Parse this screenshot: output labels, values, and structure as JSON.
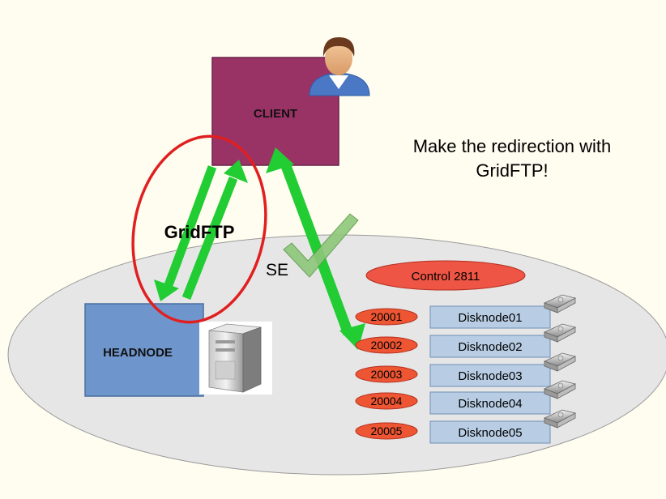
{
  "client": {
    "label": "CLIENT"
  },
  "headnode": {
    "label": "HEADNODE"
  },
  "protocol": {
    "label": "GridFTP"
  },
  "se": {
    "label": "SE"
  },
  "message": {
    "line1": "Make the redirection with",
    "line2": "GridFTP!"
  },
  "control": {
    "label": "Control 2811"
  },
  "ports": [
    "20001",
    "20002",
    "20003",
    "20004",
    "20005"
  ],
  "disknodes": [
    "Disknode01",
    "Disknode02",
    "Disknode03",
    "Disknode04",
    "Disknode05"
  ],
  "colors": {
    "client": "#993366",
    "headnode": "#6f96cc",
    "arrow": "#22cc33",
    "port": "#ee5533",
    "control": "#ee5544",
    "disknode": "#b8cde4",
    "se_ellipse": "#e6e6e6",
    "highlight_ring": "#e02020"
  },
  "icons": [
    "user-avatar-icon",
    "server-tower-icon",
    "hard-drive-icon",
    "checkmark-icon"
  ]
}
